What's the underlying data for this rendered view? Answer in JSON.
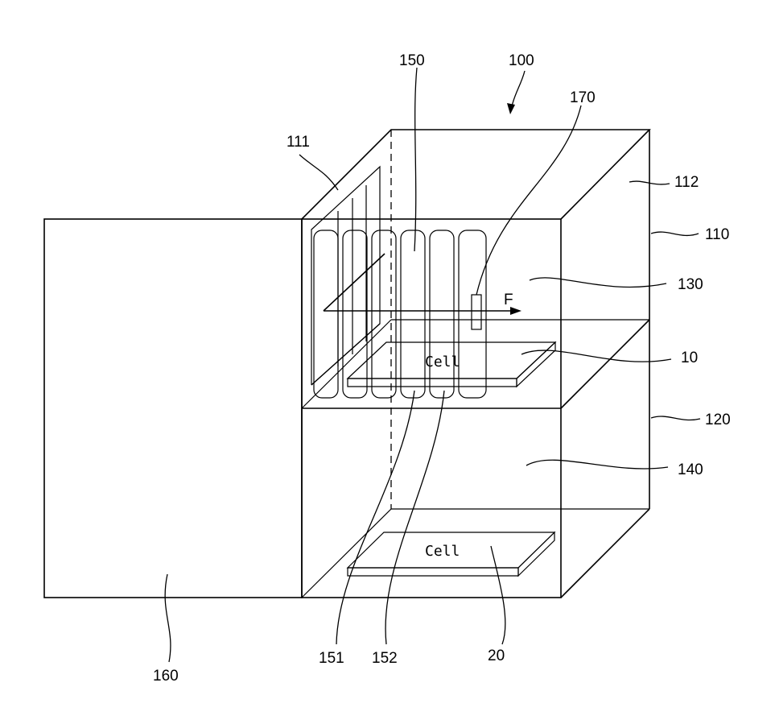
{
  "figure": {
    "reference_numerals": {
      "n100": "100",
      "n111": "111",
      "n150": "150",
      "n170": "170",
      "n112": "112",
      "n110": "110",
      "n130": "130",
      "n10": "10",
      "n120": "120",
      "n140": "140",
      "n160": "160",
      "n151": "151",
      "n152": "152",
      "n20": "20"
    },
    "arrow_label": "F",
    "cell_upper_text": "Cell",
    "cell_lower_text": "Cell"
  }
}
